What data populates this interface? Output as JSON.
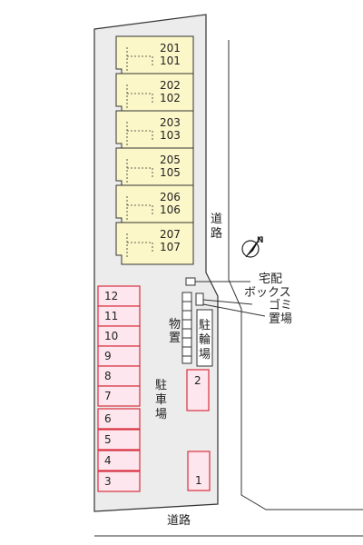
{
  "map": {
    "buildings": [
      {
        "upper": "201",
        "lower": "101"
      },
      {
        "upper": "202",
        "lower": "102"
      },
      {
        "upper": "203",
        "lower": "103"
      },
      {
        "upper": "205",
        "lower": "105"
      },
      {
        "upper": "206",
        "lower": "106"
      },
      {
        "upper": "207",
        "lower": "107"
      }
    ],
    "parking_left": [
      "12",
      "11",
      "10",
      "9",
      "8",
      "7",
      "6",
      "5",
      "4",
      "3"
    ],
    "parking_right": [
      "2",
      "1"
    ],
    "labels": {
      "road_east_1": "道",
      "road_east_2": "路",
      "road_south": "道路",
      "delivery_box_1": "宅配",
      "delivery_box_2": "ボックス",
      "garbage_1": "ゴミ",
      "garbage_2": "置場",
      "storage_1": "物",
      "storage_2": "置",
      "bike_1": "駐",
      "bike_2": "輪",
      "bike_3": "場",
      "parking_1": "駐",
      "parking_2": "車",
      "parking_3": "場"
    },
    "compass": {
      "icon": "north-arrow-icon",
      "letter": "N"
    },
    "colors": {
      "lot": "#ececec",
      "building": "#fbf7c8",
      "parking_fill": "#fde6ee",
      "parking_stroke": "#d9303f",
      "line": "#333333"
    }
  }
}
